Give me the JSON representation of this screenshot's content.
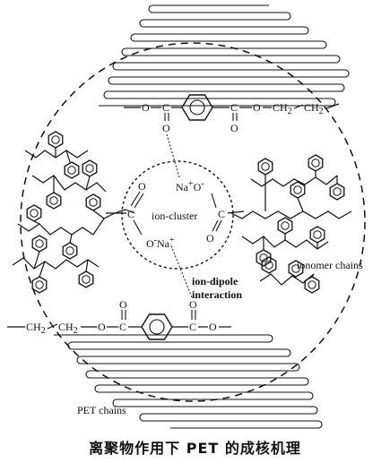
{
  "diagram": {
    "center_label": "ion-cluster",
    "upper_ion": {
      "cation": "Na",
      "cation_charge": "+",
      "anion": "O",
      "anion_charge": "-"
    },
    "lower_ion": {
      "anion": "O",
      "anion_charge": "-",
      "cation": "Na",
      "cation_charge": "+"
    },
    "interaction_label_line1": "ion-dipole",
    "interaction_label_line2": "interaction",
    "ionomer_label": "ionomer chains",
    "pet_label": "PET chains",
    "top_chain": {
      "ester_o1": "O",
      "carbonyl_c1": "C",
      "carbonyl_o1": "O",
      "carbonyl_c2": "C",
      "carbonyl_o2": "O",
      "ester_o2": "O",
      "ch2a": "CH",
      "ch2a_sub": "2",
      "ch2b": "CH",
      "ch2b_sub": "2"
    },
    "bottom_chain": {
      "ch2a": "CH",
      "ch2a_sub": "2",
      "ch2b": "CH",
      "ch2b_sub": "2",
      "ester_o1": "O",
      "carbonyl_c1": "C",
      "carbonyl_o1": "O",
      "carbonyl_c2": "C",
      "carbonyl_o2": "O",
      "ester_o2": "O"
    },
    "left_carboxyl": {
      "c": "C",
      "o_double": "O"
    },
    "right_carboxyl": {
      "c": "C",
      "o_double": "O"
    }
  },
  "caption": "离聚物作用下 PET 的成核机理"
}
